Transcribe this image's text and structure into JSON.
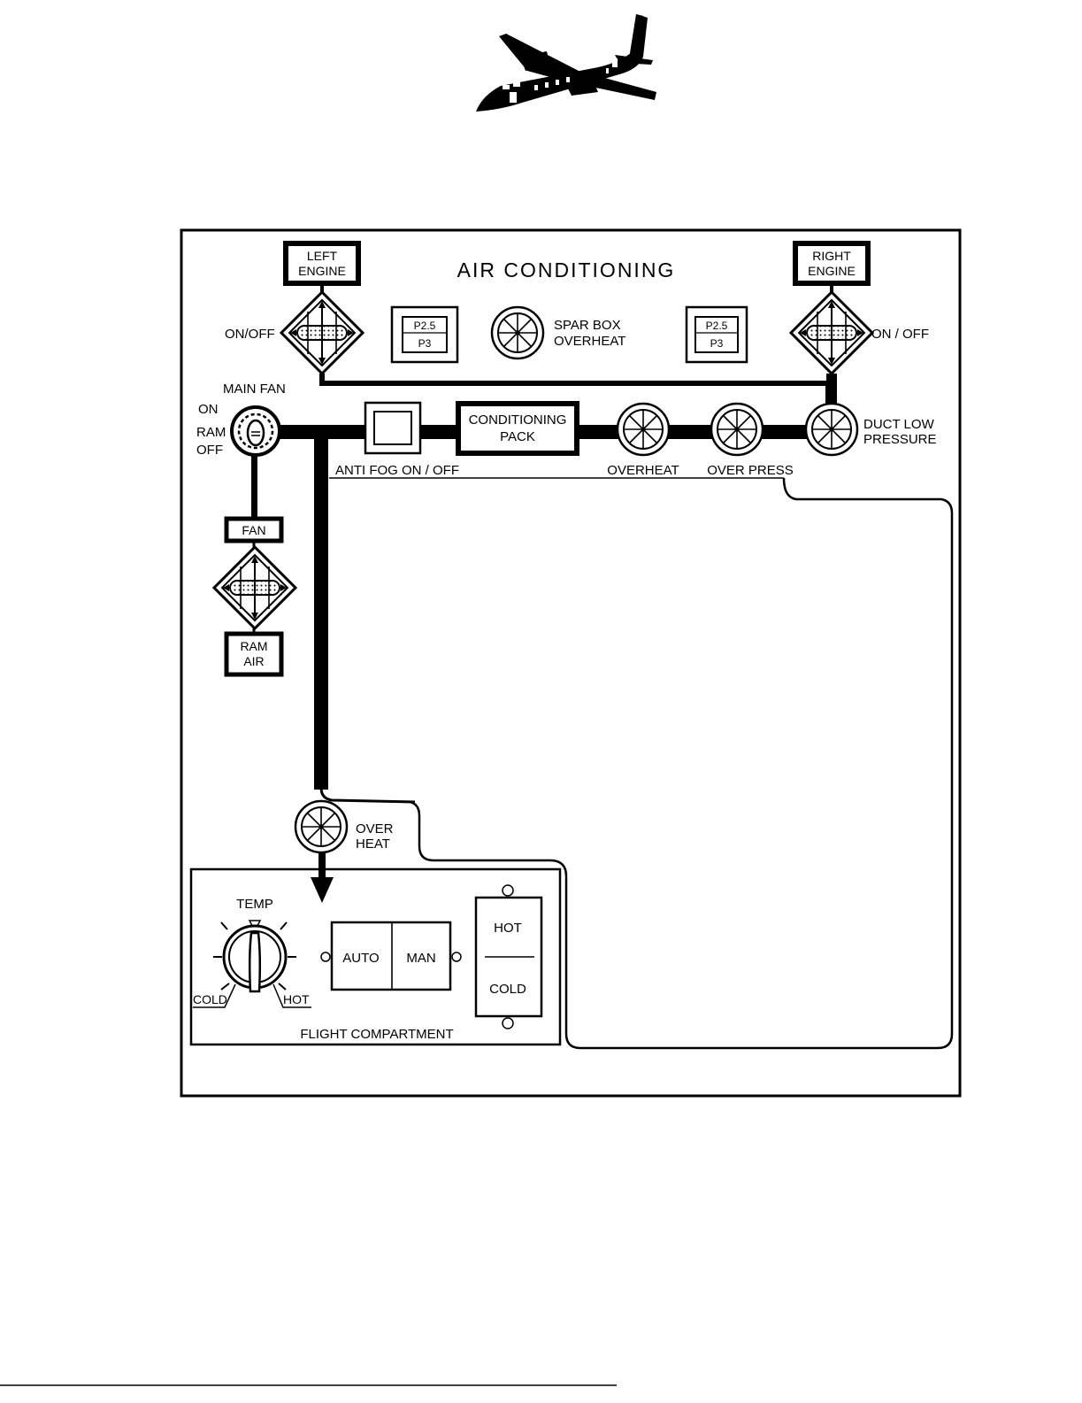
{
  "panel": {
    "title": "AIR CONDITIONING",
    "left_engine": [
      "LEFT",
      "ENGINE"
    ],
    "right_engine": [
      "RIGHT",
      "ENGINE"
    ],
    "left_valve_label": "ON/OFF",
    "right_valve_label": "ON / OFF",
    "left_gauge": [
      "P2.5",
      "P3"
    ],
    "right_gauge": [
      "P2.5",
      "P3"
    ],
    "spar_box_label": [
      "SPAR BOX",
      "OVERHEAT"
    ],
    "main_fan_label": "MAIN  FAN",
    "main_fan_positions": [
      "ON",
      "RAM",
      "OFF"
    ],
    "anti_fog_label": "ANTI  FOG  ON / OFF",
    "conditioning_pack": [
      "CONDITIONING",
      "PACK"
    ],
    "overheat_label": "OVERHEAT",
    "over_press_label": "OVER  PRESS",
    "duct_low_pressure": [
      "DUCT  LOW",
      "PRESSURE"
    ],
    "fan_label": "FAN",
    "ram_air": [
      "RAM",
      "AIR"
    ],
    "over_heat_label": [
      "OVER",
      "HEAT"
    ]
  },
  "flight_compartment": {
    "label": "FLIGHT  COMPARTMENT",
    "temp_label": "TEMP",
    "temp_cold": "COLD",
    "temp_hot": "HOT",
    "auto_label": "AUTO",
    "man_label": "MAN",
    "hot_label": "HOT",
    "cold_label": "COLD"
  },
  "icons": {
    "logo": "aircraft-silhouette-icon",
    "warning_light": "cross-hatched-warning-light-icon",
    "valve": "shutoff-valve-diamond-icon"
  }
}
